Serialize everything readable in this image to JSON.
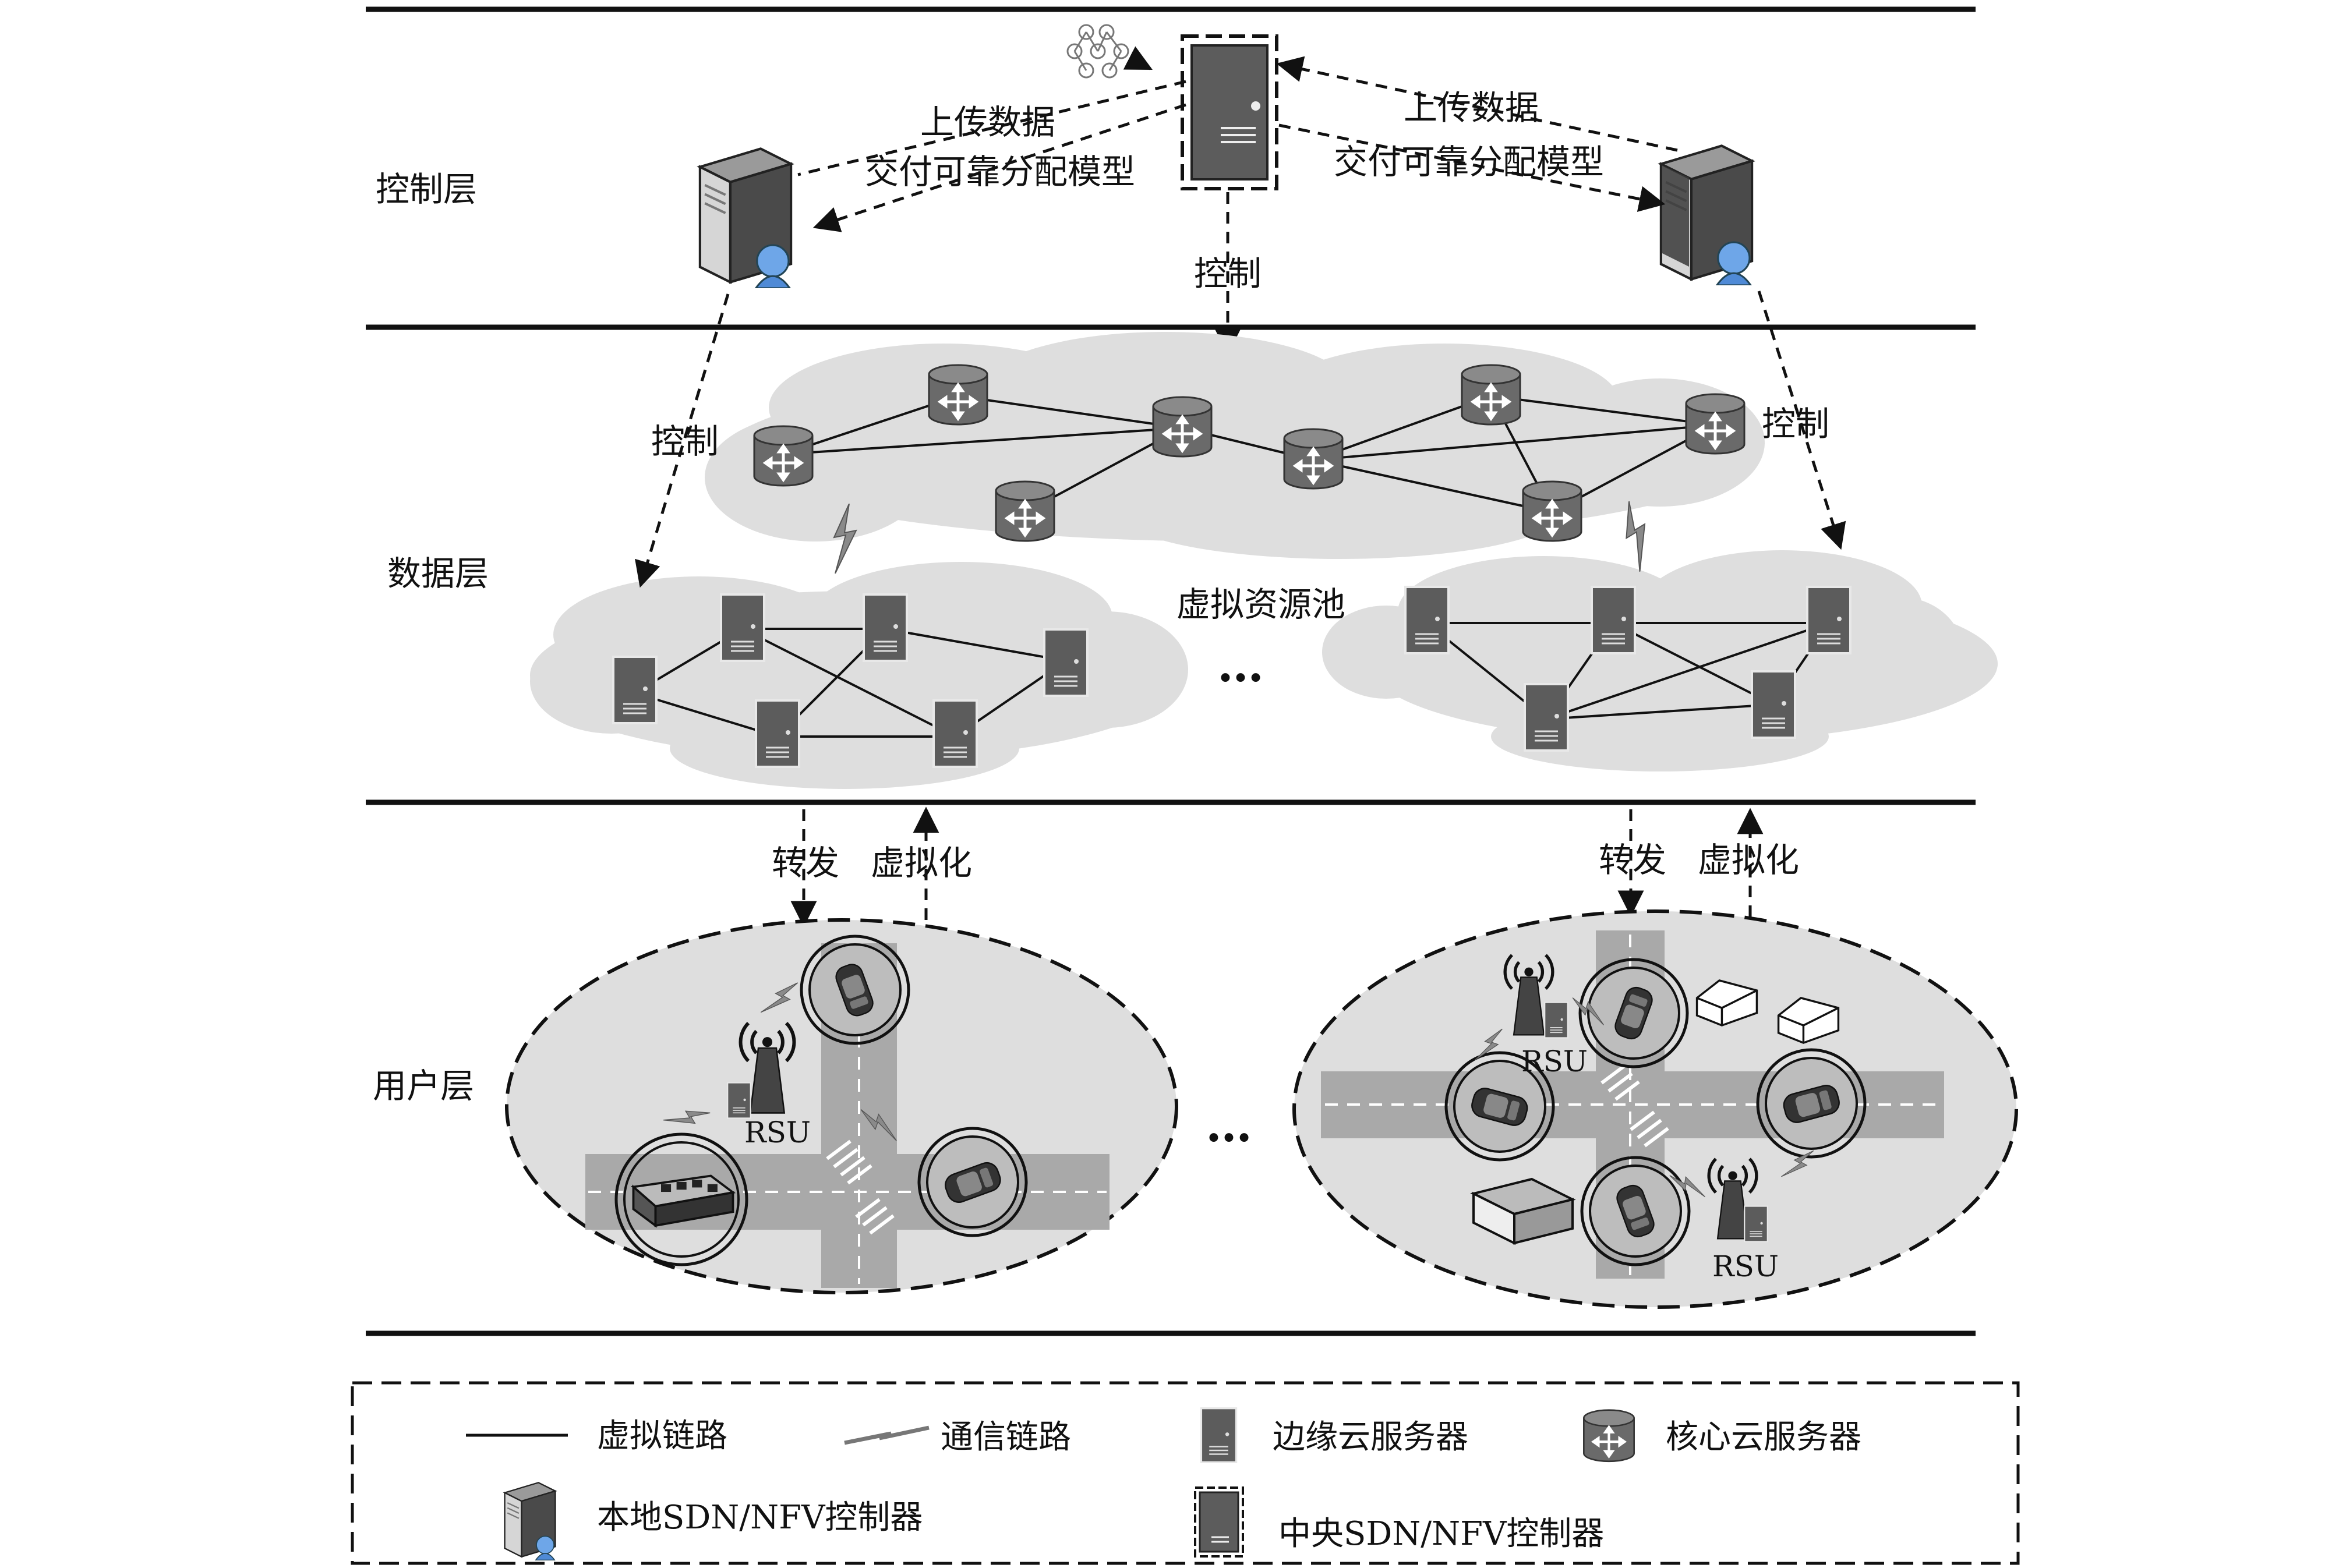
{
  "layers": {
    "control": "控制层",
    "data": "数据层",
    "user": "用户层"
  },
  "annotations": {
    "upload_left": "上传数据",
    "deliver_left": "交付可靠分配模型",
    "upload_right": "上传数据",
    "deliver_right": "交付可靠分配模型",
    "control_center": "控制",
    "control_left": "控制",
    "control_right": "控制",
    "resource_pool": "虚拟资源池",
    "ellipsis": "…",
    "forward_left": "转发",
    "virtualize_left": "虚拟化",
    "forward_right": "转发",
    "virtualize_right": "虚拟化",
    "rsu": "RSU"
  },
  "legend": {
    "virtual_link": "虚拟链路",
    "comm_link": "通信链路",
    "edge_server": "边缘云服务器",
    "core_server": "核心云服务器",
    "local_controller": "本地SDN/NFV控制器",
    "central_controller": "中央SDN/NFV控制器"
  },
  "colors": {
    "cloud": "#dedede",
    "road": "#a9a9a9",
    "server": "#5c5c5c",
    "line": "#111111"
  },
  "icons": [
    "neural-network-icon",
    "central-controller-icon",
    "local-controller-icon",
    "edge-server-icon",
    "core-router-icon",
    "car-icon",
    "bus-icon",
    "rsu-antenna-icon",
    "building-icon",
    "lightning-icon"
  ]
}
